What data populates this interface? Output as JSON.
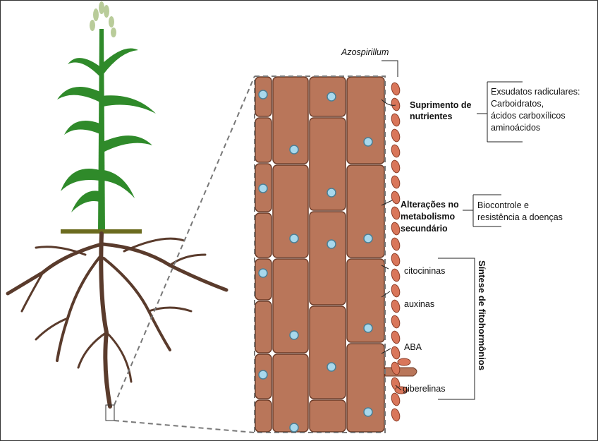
{
  "title_bacteria": "Azospirillum",
  "labels": {
    "nutrients": "Suprimento de nutrientes",
    "nutrients_l1": "Suprimento de",
    "nutrients_l2": "nutrientes",
    "exudates": [
      "Exsudatos radiculares:",
      "Carboidratos,",
      "ácidos carboxílicos",
      "aminoácidos"
    ],
    "metab_l1": "Alterações no",
    "metab_l2": "metabolismo",
    "metab_l3": "secundário",
    "biocontrol": [
      "Biocontrole e",
      "resistência a doenças"
    ],
    "hormones": [
      "citocininas",
      "auxinas",
      "ABA",
      "giberelinas"
    ],
    "synthesis": "Síntese de fitohormônios"
  },
  "colors": {
    "cell": "#b9765a",
    "cell_edge": "#6b3b28",
    "nucleus": "#a8d8ec",
    "bacteria": "#d9765a",
    "stem": "#2f8a2a",
    "root": "#5a3b2c",
    "soil": "#6b6b1e"
  }
}
